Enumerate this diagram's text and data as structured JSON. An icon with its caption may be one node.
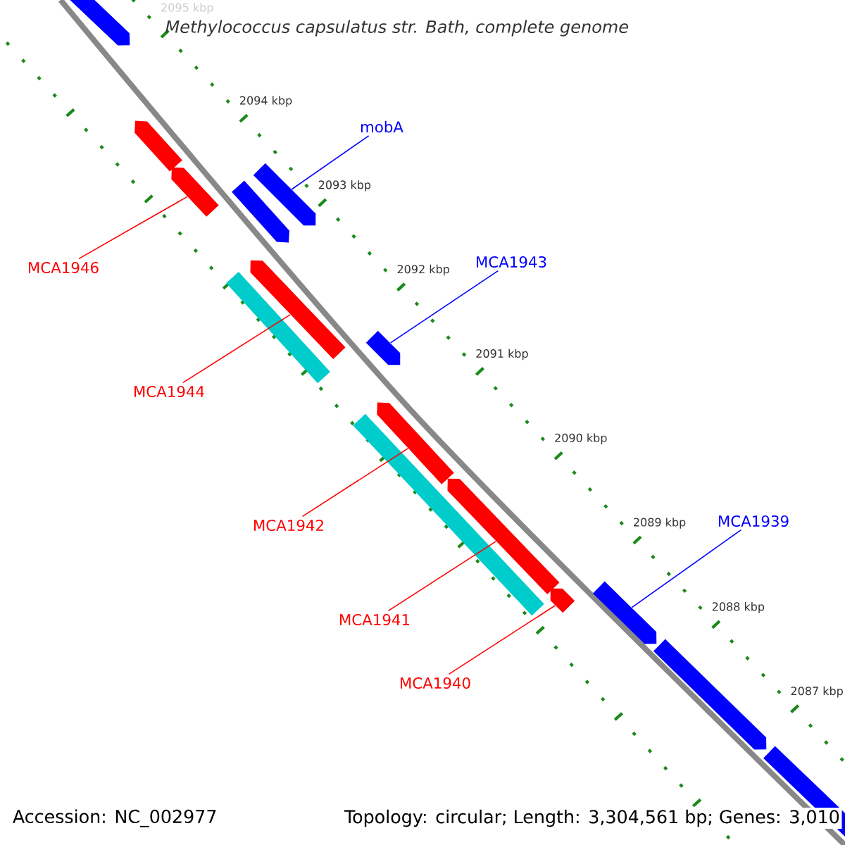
{
  "diagram": {
    "title": "Methylococcus capsulatus str. Bath, complete genome",
    "nodes": [
      {
        "text": [],
        "shape": "pentagon"
      },
      {
        "text": [],
        "shape": "pentagon"
      },
      {
        "text": [],
        "shape": "pentagon"
      },
      {
        "text": [],
        "shape": "pentagon"
      },
      {
        "text": [],
        "shape": "pentagon"
      },
      {
        "text": [],
        "shape": "pentagon"
      },
      {
        "text": [],
        "shape": "pentagon"
      },
      {
        "text": [],
        "shape": "pentagon"
      },
      {
        "text": [],
        "shape": "pentagon"
      },
      {
        "text": [],
        "shape": "pentagon"
      },
      {
        "text": [],
        "shape": "bar"
      },
      {
        "text": [],
        "shape": "pentagon"
      },
      {
        "text": [],
        "shape": "bar"
      },
      {
        "text": [],
        "shape": "pentagon"
      },
      {
        "text": [],
        "shape": "pentagon"
      },
      {
        "text": [
          "mobA"
        ]
      },
      {
        "text": [
          "MCA1943"
        ]
      },
      {
        "text": [
          "MCA1946"
        ]
      },
      {
        "text": [
          "MCA1944"
        ]
      },
      {
        "text": [
          "MCA1939"
        ]
      },
      {
        "text": [
          "MCA1942"
        ]
      },
      {
        "text": [
          "MCA1941"
        ]
      },
      {
        "text": [
          "MCA1940"
        ]
      }
    ],
    "edges": [
      {
        "from": 15,
        "to": 1,
        "arrow": "none",
        "color": "#0000ff"
      },
      {
        "from": 16,
        "to": 3,
        "arrow": "none",
        "color": "#0000ff"
      },
      {
        "from": 17,
        "to": 8,
        "arrow": "none"
      },
      {
        "from": 18,
        "to": 9,
        "arrow": "none"
      },
      {
        "from": 19,
        "to": 4,
        "arrow": "none",
        "color": "#0000ff"
      },
      {
        "from": 20,
        "to": 11,
        "arrow": "none"
      },
      {
        "from": 21,
        "to": 13,
        "arrow": "none"
      },
      {
        "from": 22,
        "to": 14,
        "arrow": "none"
      }
    ],
    "labels": [
      "2095 kbp",
      "2094 kbp",
      "2093 kbp",
      "2092 kbp",
      "2091 kbp",
      "2090 kbp",
      "2089 kbp",
      "2088 kbp",
      "2087 kbp",
      "Accession: NC_002977",
      "Topology: circular; Length: 3,304,561 bp; Genes: 3,010"
    ]
  }
}
